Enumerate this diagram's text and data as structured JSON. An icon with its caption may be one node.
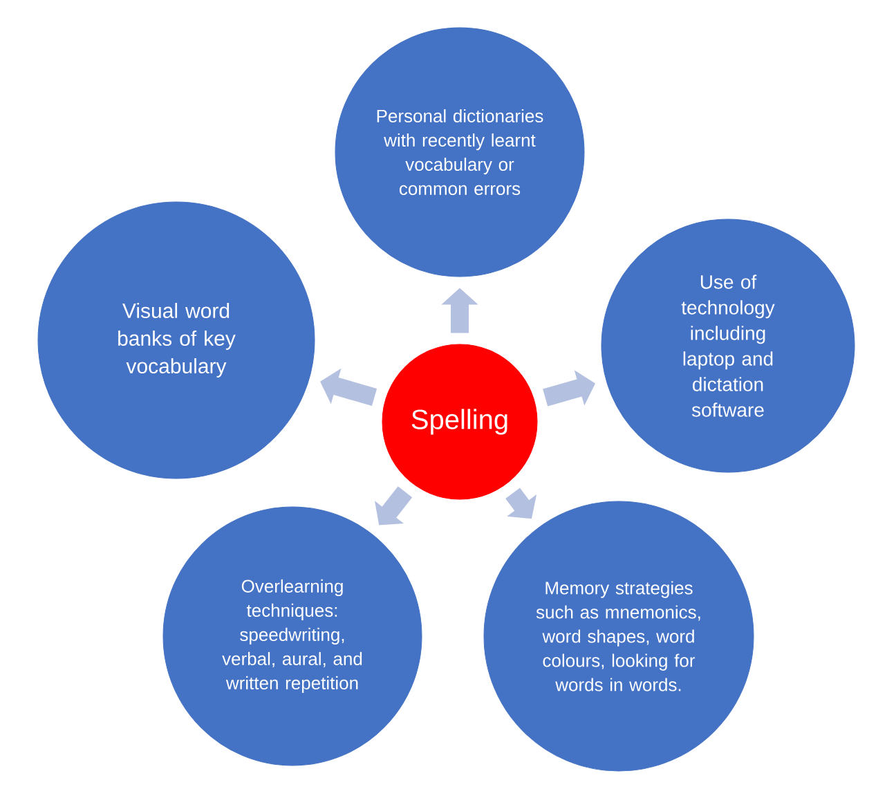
{
  "diagram": {
    "nodes": [
      {
        "text": [
          "Spelling"
        ]
      },
      {
        "text": [
          "Personal dictionaries with recently learnt vocabulary or common errors"
        ]
      },
      {
        "text": [
          "Use of technology including laptop and dictation software"
        ]
      },
      {
        "text": [
          "Memory strategies such as mnemonics, word shapes, word colours, looking for words in words."
        ]
      },
      {
        "text": [
          "Overlearning techniques: speedwriting, verbal, aural, and written repetition"
        ]
      },
      {
        "text": [
          "Visual word banks of key vocabulary"
        ]
      }
    ],
    "edges": [
      {
        "from": 0,
        "to": 1,
        "arrow": "to"
      },
      {
        "from": 0,
        "to": 2,
        "arrow": "to"
      },
      {
        "from": 0,
        "to": 3,
        "arrow": "to"
      },
      {
        "from": 0,
        "to": 4,
        "arrow": "to"
      },
      {
        "from": 0,
        "to": 5,
        "arrow": "to"
      }
    ]
  }
}
